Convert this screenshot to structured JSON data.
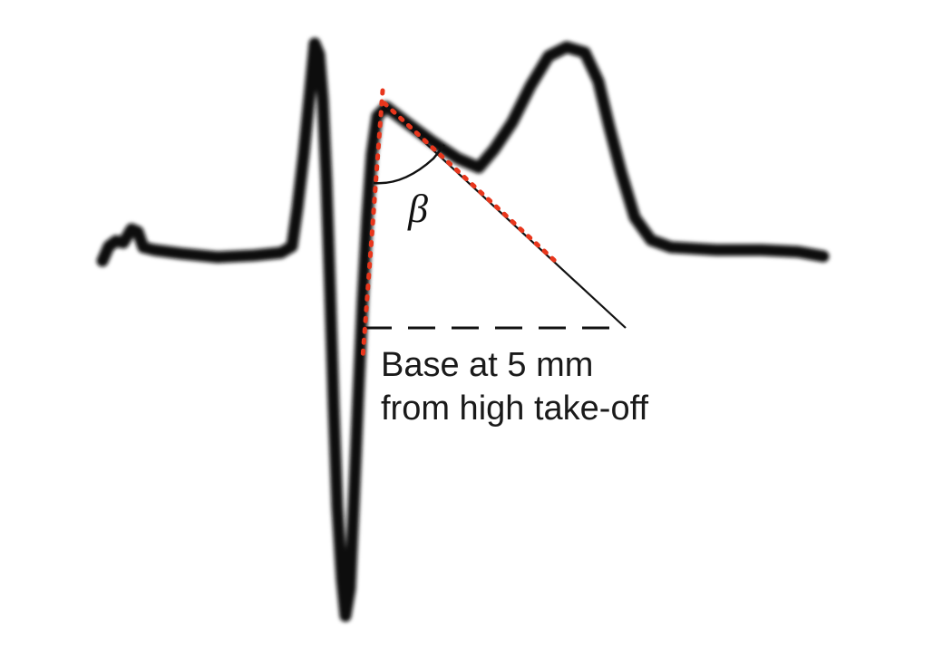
{
  "figure": {
    "type": "ECG waveform diagram",
    "description": "Single ECG complex (QRS + ST/T) with beta angle measurement triangle",
    "angle_label": "β",
    "caption_lines": [
      "Base at 5 mm",
      "from high take-off"
    ]
  },
  "colors": {
    "background": "#ffffff",
    "trace": "#111111",
    "dotted_fit_lines": "#e8361c",
    "construction_lines": "#111111"
  },
  "elements": {
    "ecg_trace": "black thick waveform: baseline, P bump, R spike, deep S wave, high take-off point, ST segment, T wave, return to baseline",
    "upslope_line": "red dotted line along S-wave upstroke",
    "downslope_line": "red dotted line along downslope from high take-off",
    "base_line": "dashed horizontal base line at 5 mm below high take-off",
    "angle_arc": "arc marking angle beta at take-off apex"
  }
}
